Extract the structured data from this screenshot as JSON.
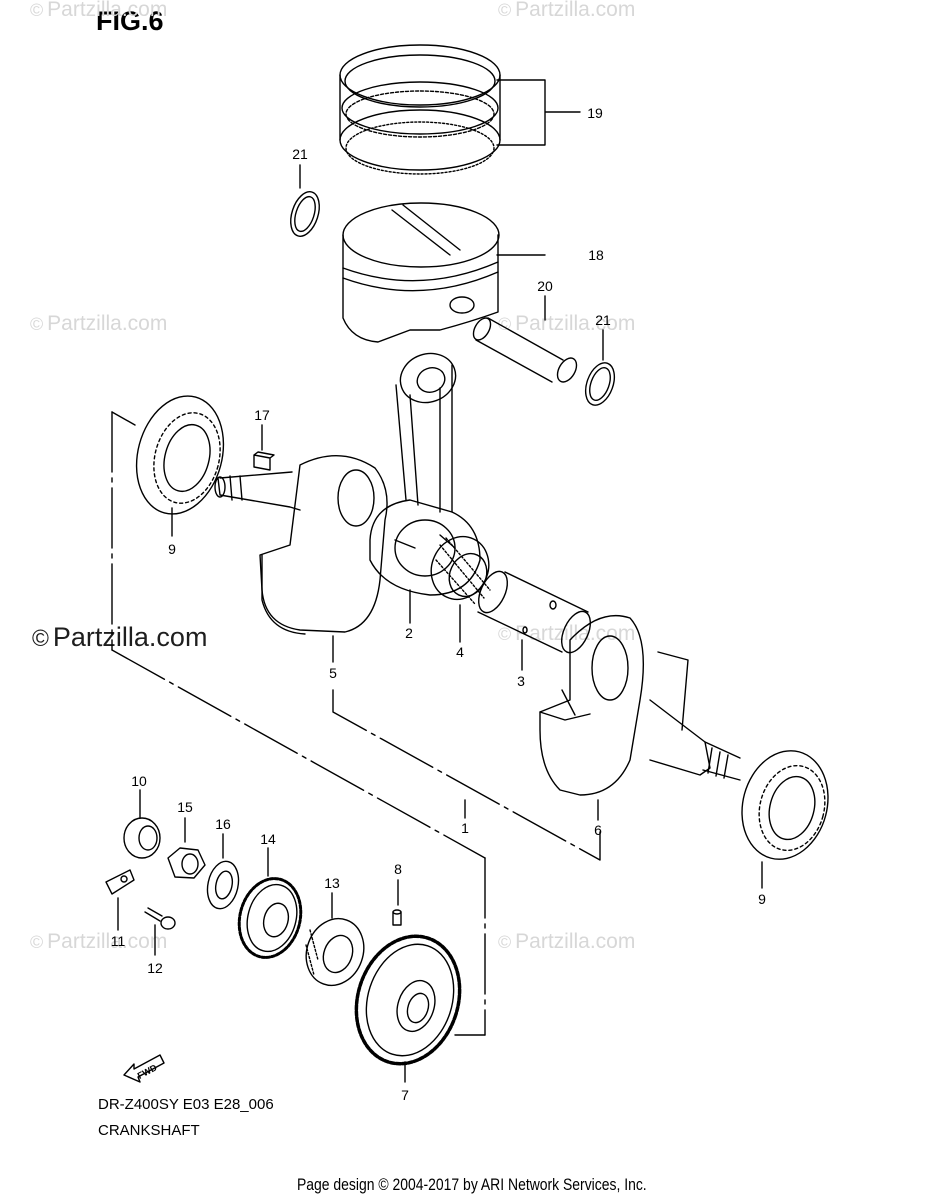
{
  "figure": {
    "title": "FIG.6"
  },
  "callouts": [
    "1",
    "2",
    "3",
    "4",
    "5",
    "6",
    "7",
    "8",
    "9",
    "9",
    "10",
    "11",
    "12",
    "13",
    "14",
    "15",
    "16",
    "17",
    "18",
    "19",
    "20",
    "21",
    "21"
  ],
  "watermark": {
    "text": "Partzilla.com",
    "symbol": "©"
  },
  "fwd_label": "FWD",
  "model_code": "DR-Z400SY E03 E28_006",
  "caption": "CRANKSHAFT",
  "footer": "Page design © 2004-2017 by ARI Network Services, Inc."
}
